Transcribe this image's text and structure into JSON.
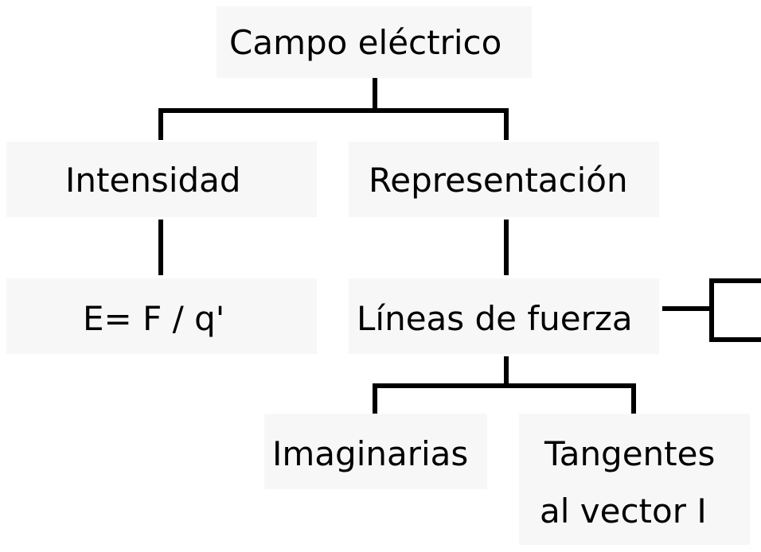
{
  "diagram": {
    "root": "Campo eléctrico",
    "left_branch": "Intensidad",
    "right_branch": "Representación",
    "formula": "E= F / q'",
    "field_lines": "Líneas de fuerza",
    "child_1": "Imaginarias",
    "child_2_line1": "Tangentes",
    "child_2_line2": "al vector I"
  }
}
